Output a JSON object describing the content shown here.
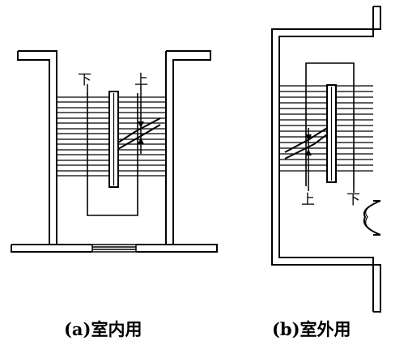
{
  "figure_a": {
    "label_down": "下",
    "label_up": "上",
    "caption": "(a)室内用"
  },
  "figure_b": {
    "label_up": "上",
    "label_down": "下",
    "caption": "(b)室外用"
  }
}
